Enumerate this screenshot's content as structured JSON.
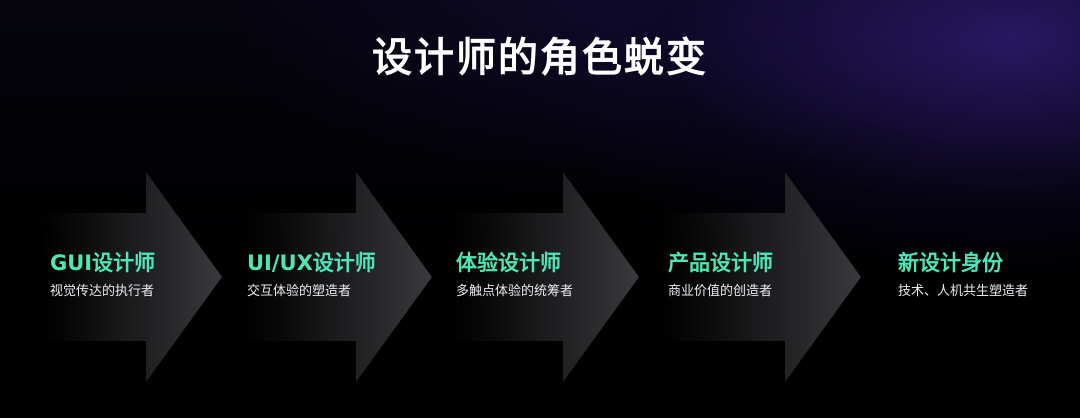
{
  "title": "设计师的角色蜕变",
  "colors": {
    "accent": "#4fe6b5",
    "text": "#e8e8ee",
    "background": "#000000"
  },
  "steps": [
    {
      "name": "GUI设计师",
      "role": "视觉传达的执行者"
    },
    {
      "name": "UI/UX设计师",
      "role": "交互体验的塑造者"
    },
    {
      "name": "体验设计师",
      "role": "多触点体验的统筹者"
    },
    {
      "name": "产品设计师",
      "role": "商业价值的创造者"
    },
    {
      "name": "新设计身份",
      "role": "技术、人机共生塑造者"
    }
  ]
}
